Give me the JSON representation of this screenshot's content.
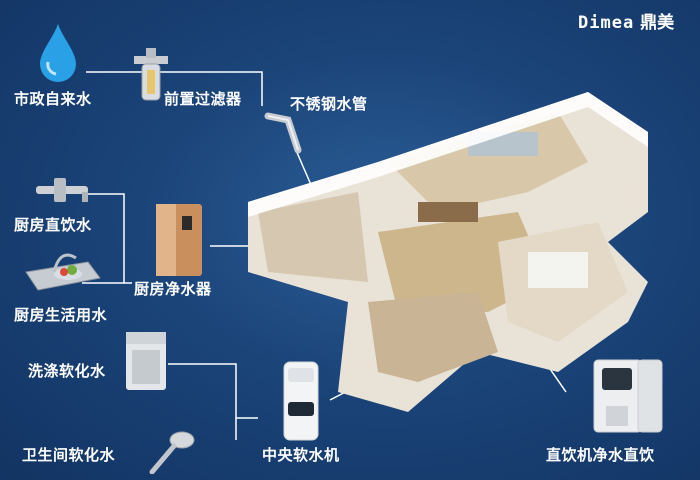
{
  "brand": {
    "en": "Dimea",
    "cn": "鼎美"
  },
  "labels": {
    "municipal_water": "市政自来水",
    "pre_filter": "前置过滤器",
    "stainless_pipe": "不锈钢水管",
    "kitchen_direct_drink": "厨房直饮水",
    "kitchen_purifier": "厨房净水器",
    "kitchen_domestic": "厨房生活用水",
    "laundry_softener": "洗涤软化水",
    "central_softener": "中央软水机",
    "bathroom_softener": "卫生间软化水",
    "direct_drink_purifier": "直饮机净水直饮"
  },
  "icons": [
    "water-drop-icon",
    "pre-filter-icon",
    "stainless-pipe-icon",
    "faucet-icon",
    "kitchen-purifier-icon",
    "sink-icon",
    "washing-machine-icon",
    "central-softener-icon",
    "shower-icon",
    "drinking-machine-icon"
  ],
  "colors": {
    "background": "#1b4479",
    "line": "#ffffff",
    "accent_blue": "#29a3e8"
  }
}
